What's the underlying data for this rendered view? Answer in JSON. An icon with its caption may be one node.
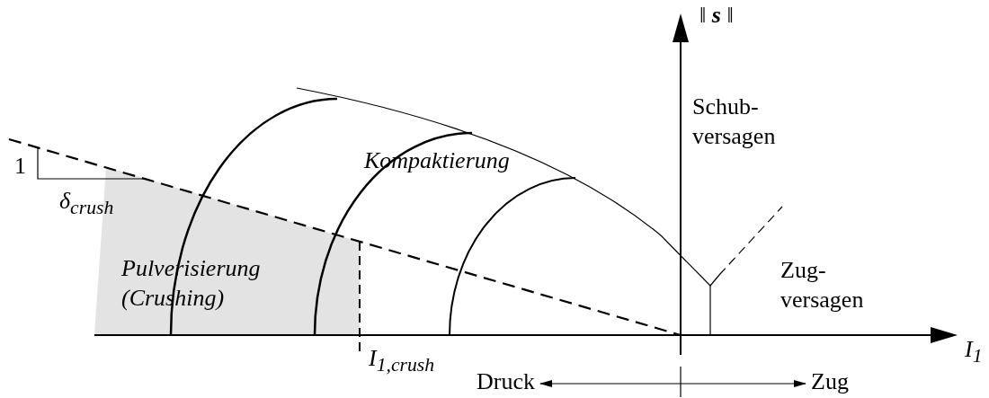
{
  "diagram": {
    "nodes": [
      {
        "text": [
          "Druck"
        ]
      },
      {
        "text": [
          "Zug"
        ]
      }
    ],
    "edges": [
      {
        "from": 0,
        "to": 1,
        "arrow": "both"
      }
    ],
    "labels": [
      "‖ **s** ‖",
      "Schub- versagen",
      "Kompaktierung",
      "1",
      "δ$_{crush}$",
      "Pulverisierung (Crushing)",
      "Zug- versagen",
      "I$_{1}$",
      "I$_{1,crush}$"
    ]
  }
}
